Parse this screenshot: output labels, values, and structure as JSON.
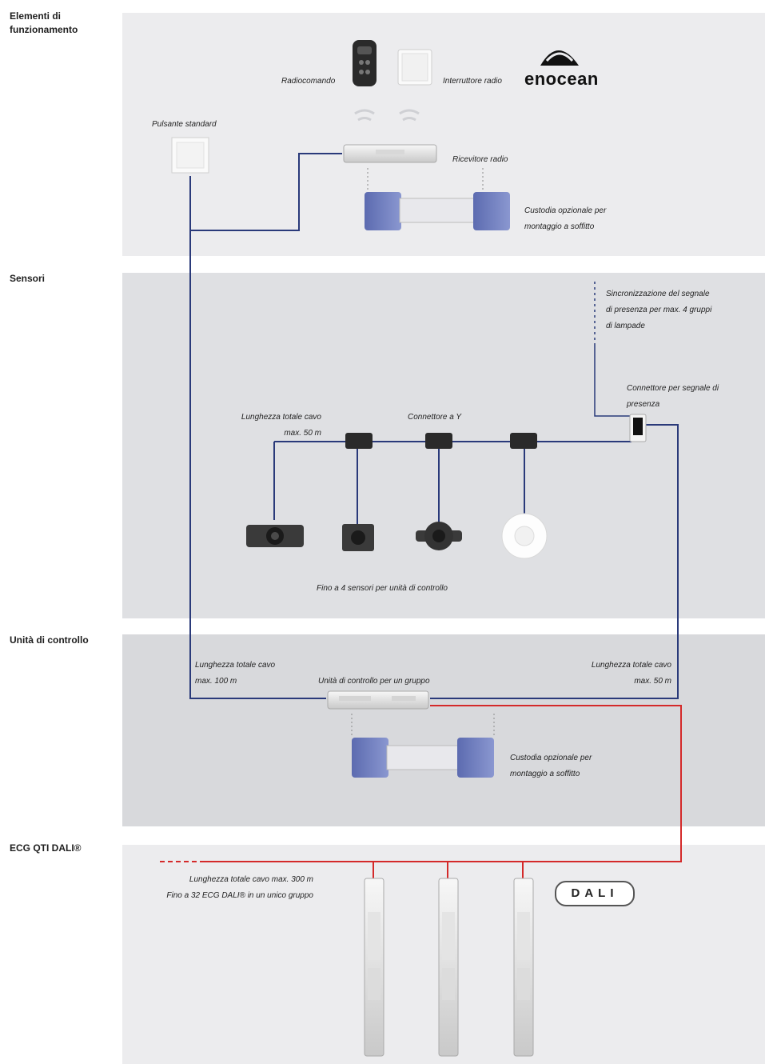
{
  "sections": {
    "operating": "Elementi di\nfunzionamento",
    "sensors": "Sensori",
    "control": "Unità di controllo",
    "ecg": "ECG QTI DALI®"
  },
  "labels": {
    "remote": "Radiocomando",
    "radio_switch": "Interruttore radio",
    "enocean": "enocean",
    "standard_button": "Pulsante standard",
    "radio_receiver": "Ricevitore radio",
    "optional_housing_1": "Custodia opzionale per\nmontaggio a soffitto",
    "presence_sync": "Sincronizzazione del segnale\ndi presenza per max. 4 gruppi\ndi lampade",
    "presence_connector": "Connettore per segnale di\npresenza",
    "cable_length_sensors": "Lunghezza totale cavo\nmax. 50 m",
    "y_connector": "Connettore a Y",
    "sensors_per_unit": "Fino a 4 sensori per unità di controllo",
    "cable_length_left": "Lunghezza totale cavo\nmax. 100 m",
    "control_unit": "Unità di controllo per un gruppo",
    "cable_length_right": "Lunghezza totale cavo\nmax. 50 m",
    "optional_housing_2": "Custodia opzionale per\nmontaggio a soffitto",
    "dali_cable": "Lunghezza totale cavo max. 300 m\nFino a 32 ECG DALI® in un unico gruppo",
    "dali_logo": "DALI"
  },
  "colors": {
    "signal_line": "#2a3a7a",
    "dali_line": "#d42a2a",
    "housing_blue": "#6f7fbf"
  }
}
